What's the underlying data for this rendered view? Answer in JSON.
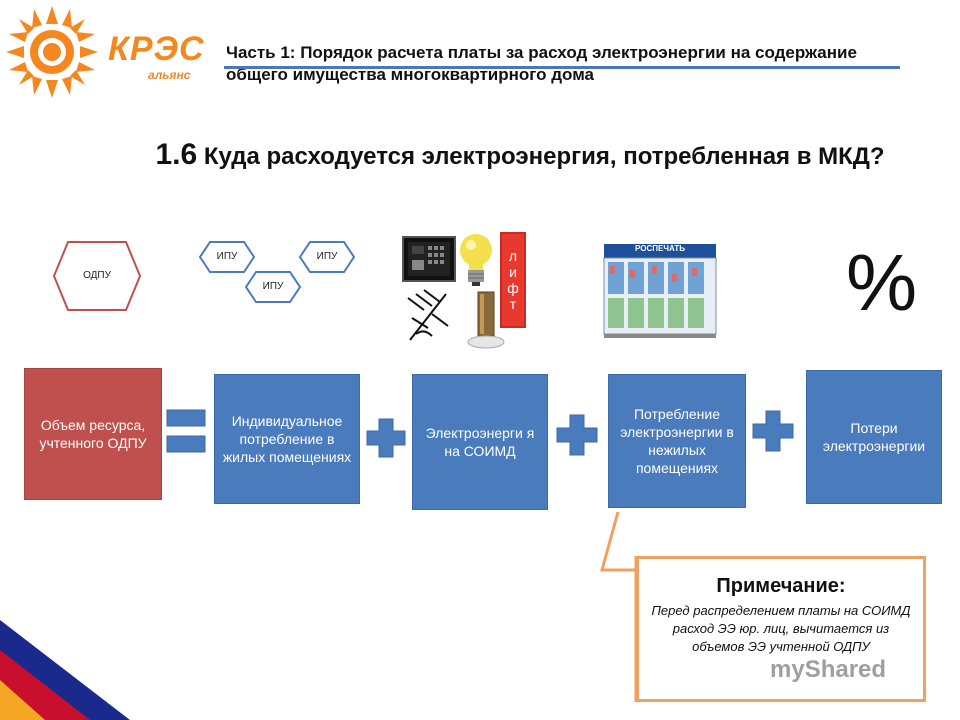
{
  "brand": {
    "name": "КРЭС",
    "sub": "альянс"
  },
  "header": {
    "title": "Часть 1: Порядок расчета платы за расход электроэнергии на содержание общего имущества многоквартирного дома"
  },
  "main_title": {
    "number": "1.6",
    "text": " Куда расходуется электроэнергия, потребленная в МКД?"
  },
  "meters": {
    "odpu": "ОДПУ",
    "ipu_1": "ИПУ",
    "ipu_2": "ИПУ",
    "ipu_3": "ИПУ"
  },
  "lift": {
    "letters": [
      "л",
      "и",
      "ф",
      "т"
    ]
  },
  "kiosk": {
    "sign": "РОСПЕЧАТЬ"
  },
  "percent": "%",
  "boxes": {
    "resource": "Объем ресурса, учтенного ОДПУ",
    "individual": "Индивидуальное потребление в жилых помещениях",
    "soimd": "Электроэнерги я на СОИМД",
    "nonresidential": "Потребление электроэнергии в нежилых помещениях",
    "losses": "Потери электроэнергии"
  },
  "note": {
    "title": "Примечание:",
    "text": "Перед распределением платы на СОИМД расход ЭЭ юр. лиц, вычитается из объемов ЭЭ учтенной ОДПУ"
  },
  "watermark": "myShared",
  "colors": {
    "blue": "#4a7bbd",
    "red": "#c0504d",
    "orange": "#f5871f",
    "lift_red": "#e8392f",
    "note_border": "#f0a060"
  }
}
